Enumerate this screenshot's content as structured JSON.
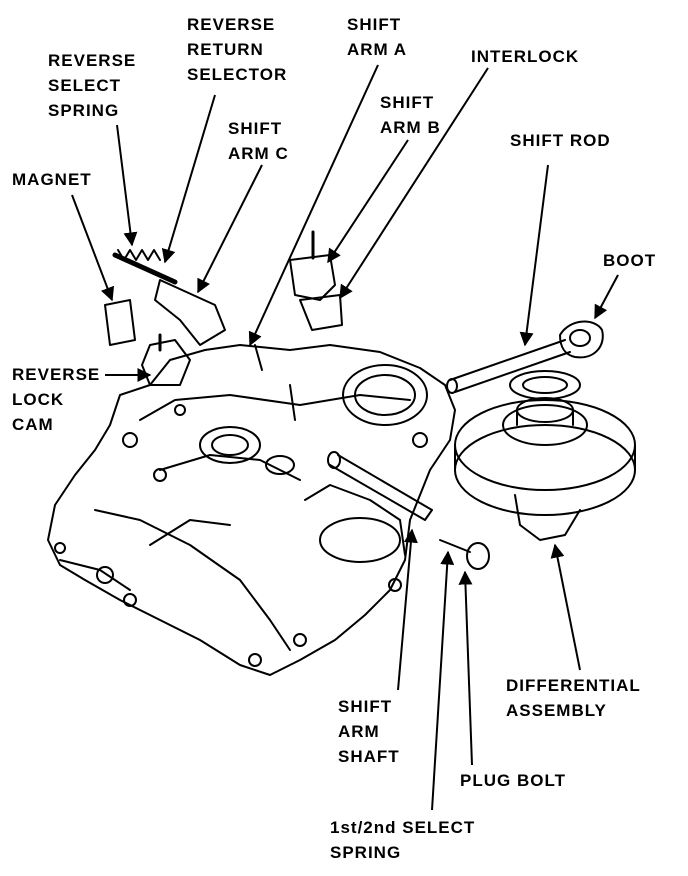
{
  "labels": {
    "reverse_return_selector": [
      "REVERSE",
      "RETURN",
      "SELECTOR"
    ],
    "shift_arm_a": [
      "SHIFT",
      "ARM A"
    ],
    "reverse_select_spring": [
      "REVERSE",
      "SELECT",
      "SPRING"
    ],
    "interlock": [
      "INTERLOCK"
    ],
    "shift_arm_b": [
      "SHIFT",
      "ARM B"
    ],
    "shift_arm_c": [
      "SHIFT",
      "ARM C"
    ],
    "shift_rod": [
      "SHIFT ROD"
    ],
    "magnet": [
      "MAGNET"
    ],
    "boot": [
      "BOOT"
    ],
    "reverse_lock_cam": [
      "REVERSE",
      "LOCK",
      "CAM"
    ],
    "differential_assembly": [
      "DIFFERENTIAL",
      "ASSEMBLY"
    ],
    "shift_arm_shaft": [
      "SHIFT",
      "ARM",
      "SHAFT"
    ],
    "plug_bolt": [
      "PLUG BOLT"
    ],
    "select_spring_1st_2nd": [
      "1st/2nd SELECT",
      "SPRING"
    ]
  },
  "colors": {
    "ink": "#000000",
    "paper": "#ffffff"
  }
}
